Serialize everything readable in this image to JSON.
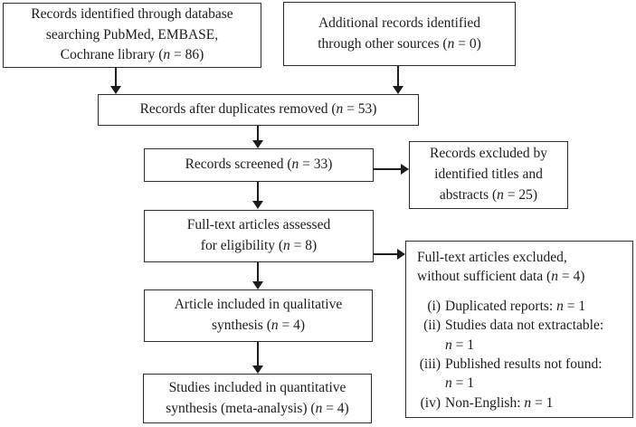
{
  "diagram": {
    "title": "PRISMA study selection flow diagram",
    "colors": {
      "border": "#2d2d2d",
      "text": "#1c1c1c",
      "background": "#ffffff"
    },
    "boxes": {
      "db_records": {
        "lines": [
          "Records identified through database",
          "searching PubMed, EMBASE,",
          "Cochrane library (n = 86)"
        ]
      },
      "other_sources": {
        "lines": [
          "Additional records identified",
          "through other sources (n = 0)"
        ]
      },
      "duplicates_removed": {
        "lines": [
          "Records after duplicates removed (n = 53)"
        ]
      },
      "screened": {
        "lines": [
          "Records screened (n = 33)"
        ]
      },
      "excluded_titles": {
        "lines": [
          "Records excluded by",
          "identified titles and",
          "abstracts (n = 25)"
        ]
      },
      "fulltext_assessed": {
        "lines": [
          "Full-text articles assessed",
          "for eligibility (n = 8)"
        ]
      },
      "fulltext_excluded": {
        "header_lines": [
          "Full-text articles excluded,",
          "without sufficient data (n = 4)"
        ],
        "items": [
          {
            "num": "(i)",
            "lines": [
              "Duplicated reports: n = 1"
            ]
          },
          {
            "num": "(ii)",
            "lines": [
              "Studies data not extractable:",
              "n = 1"
            ]
          },
          {
            "num": "(iii)",
            "lines": [
              "Published results not found:",
              "n = 1"
            ]
          },
          {
            "num": "(iv)",
            "lines": [
              "Non-English: n = 1"
            ]
          }
        ]
      },
      "qualitative": {
        "lines": [
          "Article included in qualitative",
          "synthesis (n = 4)"
        ]
      },
      "quantitative": {
        "lines": [
          "Studies included in quantitative",
          "synthesis (meta-analysis) (n = 4)"
        ]
      }
    }
  }
}
